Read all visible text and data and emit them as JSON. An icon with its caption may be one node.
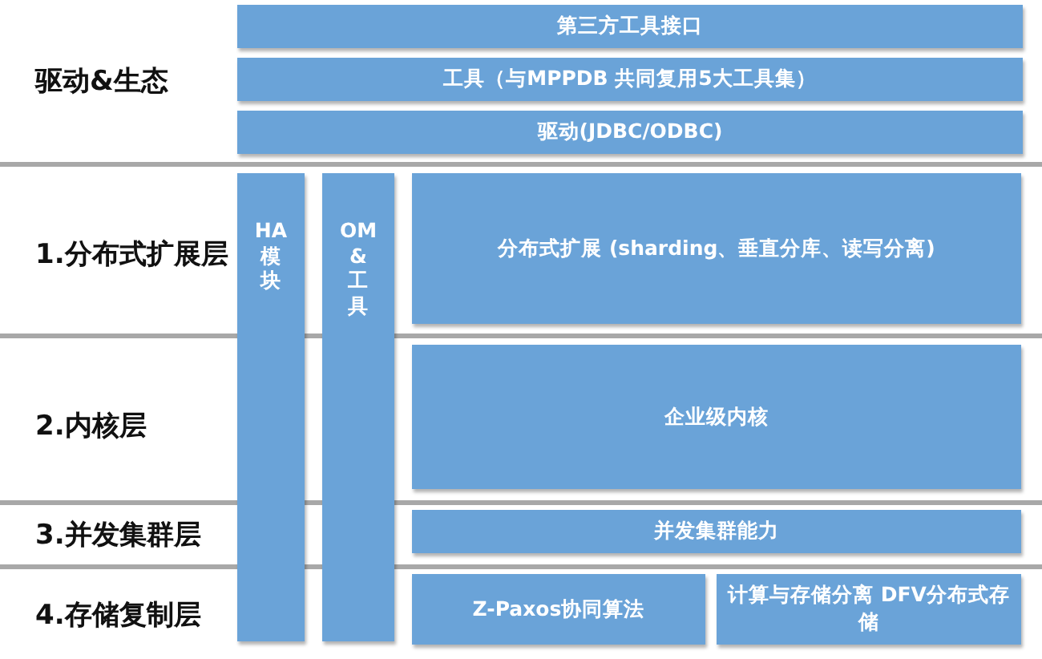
{
  "diagram": {
    "nodes": [
      {
        "text": [
          "第三方工具接口"
        ]
      },
      {
        "text": [
          "工具（与MPPDB 共同复用5大工具集）"
        ]
      },
      {
        "text": [
          "驱动(JDBC/ODBC)"
        ]
      },
      {
        "text": [
          "HA 模块"
        ]
      },
      {
        "text": [
          "OM & 工具"
        ]
      },
      {
        "text": [
          "分布式扩展 (sharding、垂直分库、读写分离)"
        ]
      },
      {
        "text": [
          "企业级内核"
        ]
      },
      {
        "text": [
          "并发集群能力"
        ]
      },
      {
        "text": [
          "Z-Paxos协同算法"
        ]
      },
      {
        "text": [
          "计算与存储分离 DFV分布式存储"
        ]
      }
    ],
    "labels": [
      "驱动&生态",
      "1.分布式扩展层",
      "2.内核层",
      "3.并发集群层",
      "4.存储复制层"
    ]
  }
}
